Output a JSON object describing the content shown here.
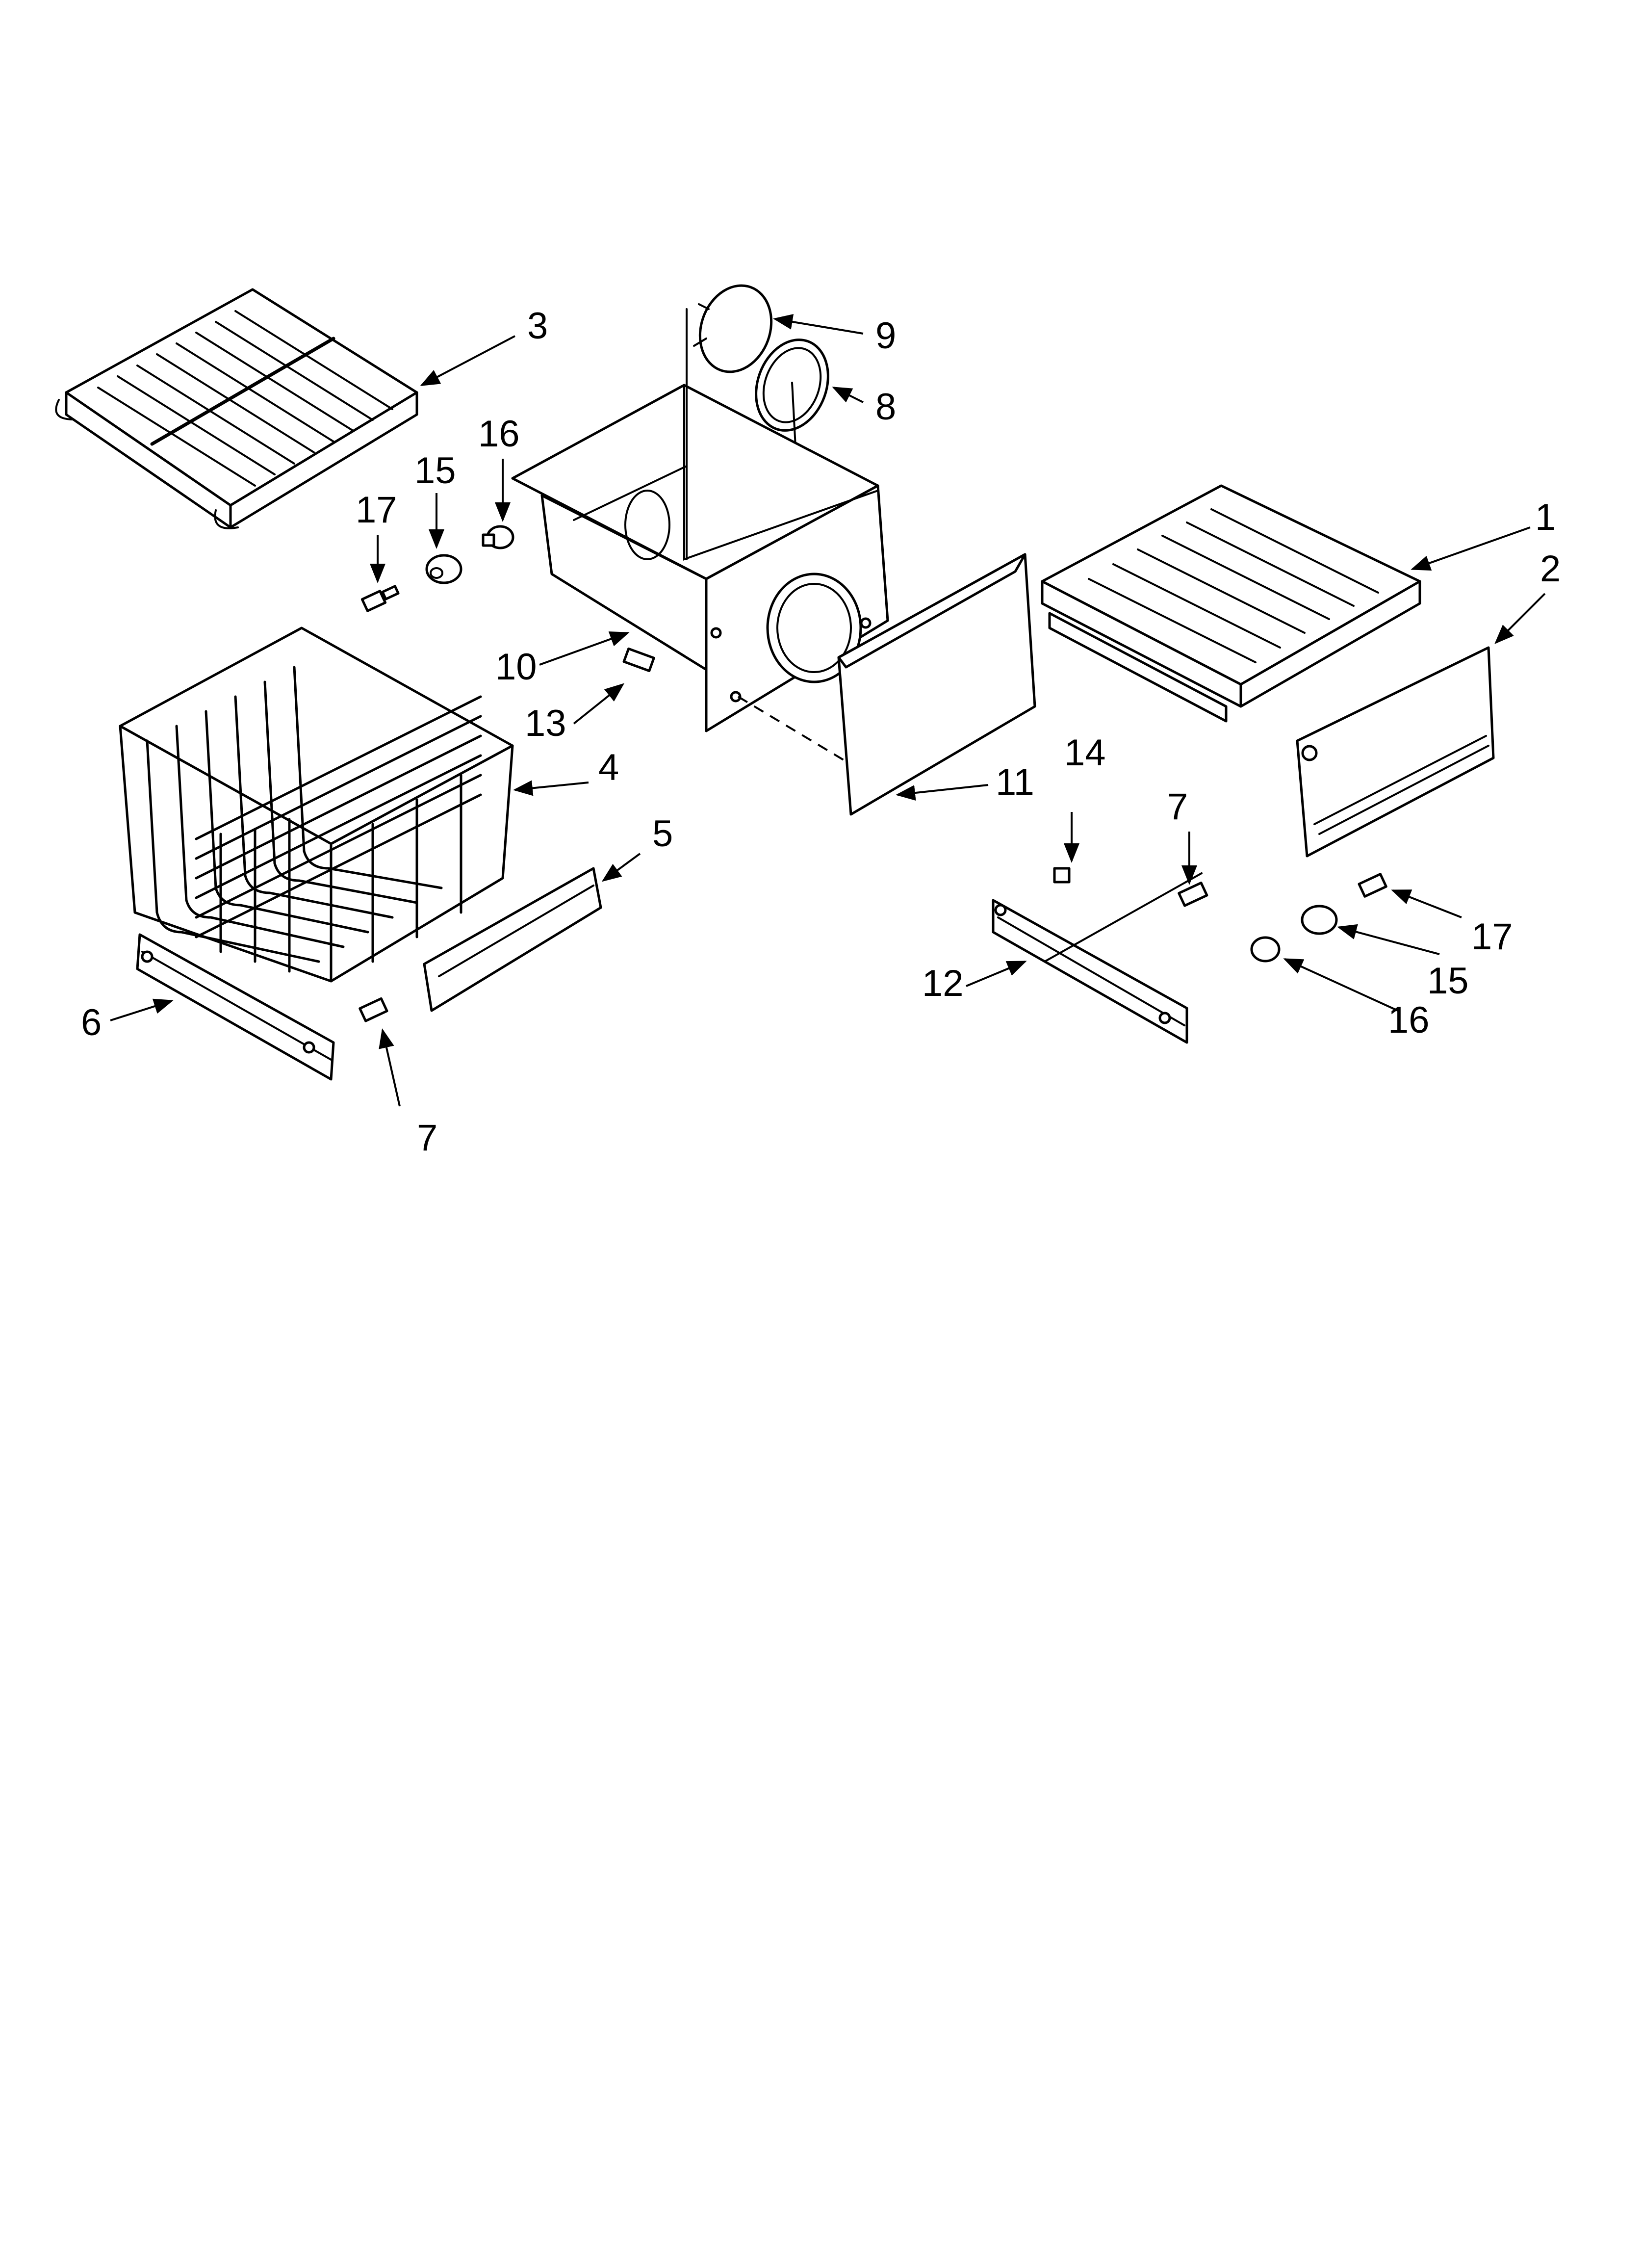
{
  "diagram": {
    "callouts": [
      "1",
      "2",
      "3",
      "4",
      "5",
      "6",
      "7",
      "7",
      "8",
      "9",
      "10",
      "11",
      "12",
      "13",
      "14",
      "15",
      "15",
      "16",
      "16",
      "17",
      "17"
    ]
  }
}
